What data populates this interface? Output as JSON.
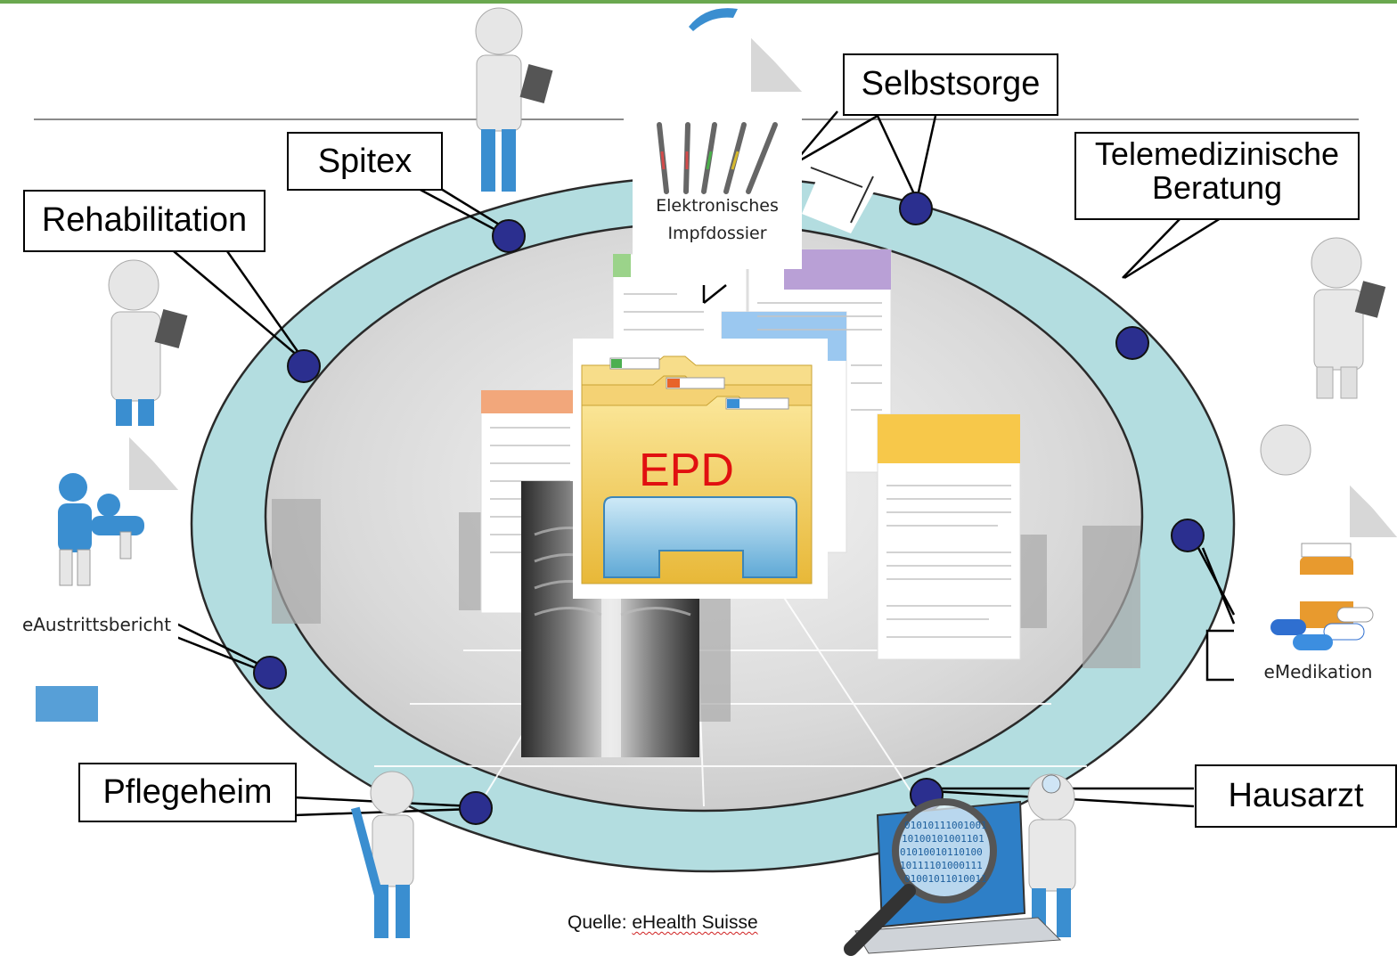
{
  "center": {
    "folder_label": "EPD"
  },
  "callouts": {
    "selbstsorge": "Selbstsorge",
    "spitex": "Spitex",
    "rehabilitation": "Rehabilitation",
    "telemedizin_line1": "Telemedizinische",
    "telemedizin_line2": "Beratung",
    "pflegeheim": "Pflegeheim",
    "hausarzt": "Hausarzt"
  },
  "documents": {
    "impfdossier_line1": "Elektronisches",
    "impfdossier_line2": "Impfdossier",
    "austrittsbericht": "eAustrittsbericht",
    "medikation": "eMedikation"
  },
  "source": {
    "prefix": "Quelle: ",
    "name": "eHealth Suisse"
  },
  "colors": {
    "top_bar": "#6aa84f",
    "ring_fill": "#b3dde0",
    "node_fill": "#2b2f8f",
    "epd_text": "#e11010",
    "folder": "#f3cf57"
  },
  "icons": [
    "doctor-figure-icon",
    "syringes-icon",
    "medicine-bottle-icon",
    "carrying-figure-icon",
    "laptop-magnifier-icon",
    "folder-icon",
    "xray-icon"
  ]
}
